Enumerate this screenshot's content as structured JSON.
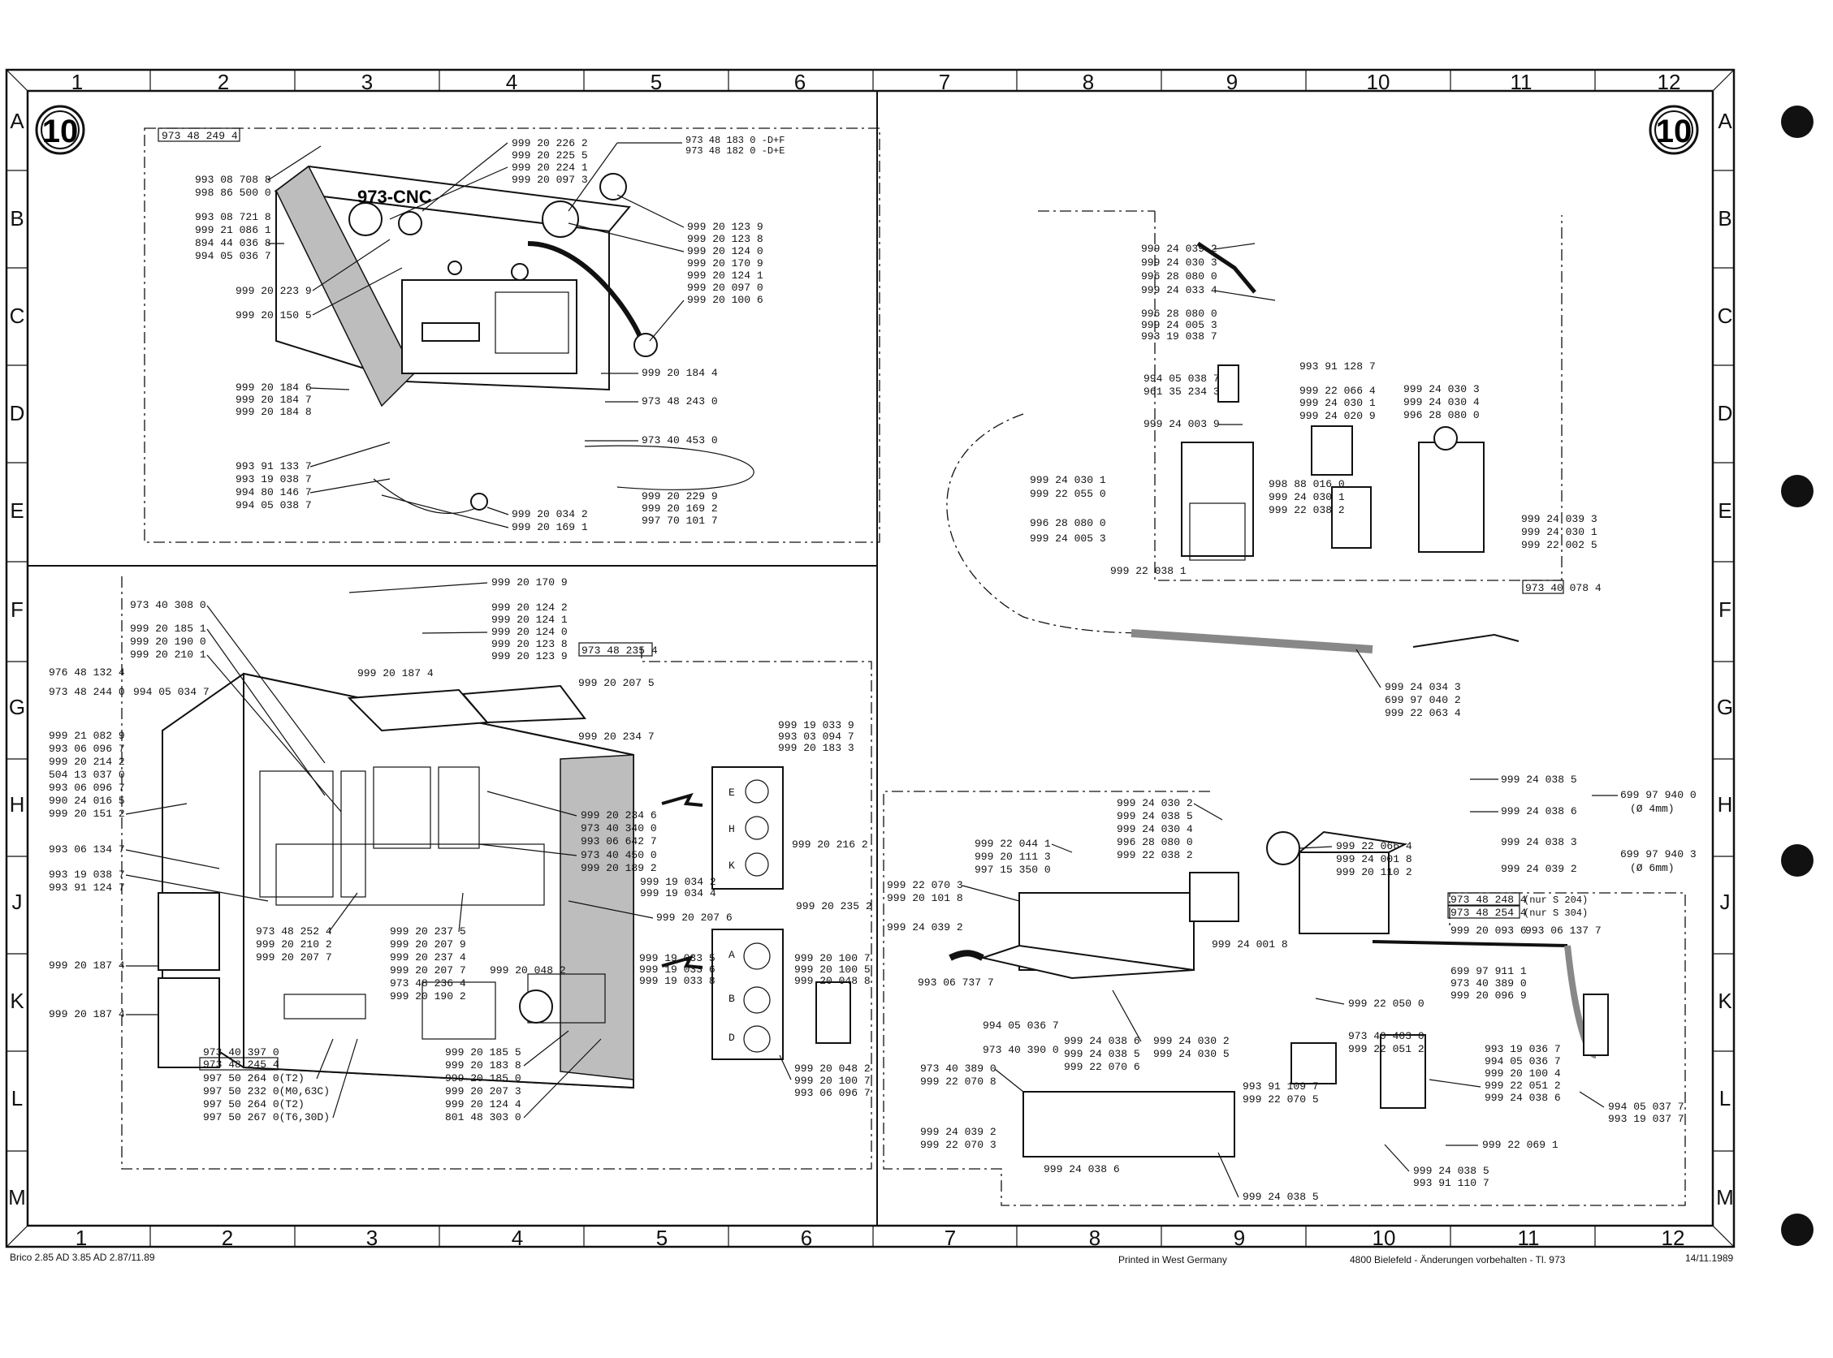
{
  "sheet": {
    "page_number": "10",
    "columns": [
      "1",
      "2",
      "3",
      "4",
      "5",
      "6",
      "7",
      "8",
      "9",
      "10",
      "11",
      "12"
    ],
    "rows": [
      "A",
      "B",
      "C",
      "D",
      "E",
      "F",
      "G",
      "H",
      "J",
      "K",
      "L",
      "M"
    ]
  },
  "panel_a": {
    "label_box": "973 48 249 4",
    "model_label": "973-CNC",
    "labels": {
      "a01": "993 08 708 8",
      "a02": "998 86 500 0",
      "a03": "993 08 721 8",
      "a04": "999 21 086 1",
      "a05": "894 44 036 8",
      "a06": "994 05 036 7",
      "a07": "999 20 223 9",
      "a08": "999 20 150 5",
      "a09": "999 20 226 2",
      "a10": "999 20 225 5",
      "a11": "999 20 224 1",
      "a12": "999 20 097 3",
      "a13": "973 48 183 0 -D+F",
      "a14": "973 48 182 0 -D+E",
      "a15": "999 20 123 9",
      "a16": "999 20 123 8",
      "a17": "999 20 124 0",
      "a18": "999 20 170 9",
      "a19": "999 20 124 1",
      "a20": "999 20 097 0",
      "a21": "999 20 100 6",
      "a22": "999 20 184 4",
      "a23": "999 20 184 6",
      "a24": "999 20 184 7",
      "a25": "999 20 184 8",
      "a26": "973 48 243 0",
      "a27": "973 40 453 0",
      "a28": "993 91 133 7",
      "a29": "993 19 038 7",
      "a30": "994 80 146 7",
      "a31": "994 05 038 7",
      "a32": "999 20 229 9",
      "a33": "999 20 169 2",
      "a34": "997 70 101 7",
      "a35": "999 20 034 2",
      "a36": "999 20 169 1"
    }
  },
  "panel_b": {
    "labels": {
      "b01": "999 24 039 2",
      "b02": "999 24 030 3",
      "b03": "996 28 080 0",
      "b04": "999 24 033 4",
      "b05": "996 28 080 0",
      "b06": "999 24 005 3",
      "b07": "993 19 038 7",
      "b08": "993 91 128 7",
      "b09": "994 05 038 7",
      "b10": "961 35 234 3",
      "b11": "999 22 066 4",
      "b12": "999 24 030 1",
      "b13": "999 24 020 9",
      "b14": "999 24 030 3",
      "b15": "999 24 030 4",
      "b16": "996 28 080 0",
      "b17": "999 24 003 9",
      "b18": "999 24 030 1",
      "b19": "999 22 055 0",
      "b20": "996 28 080 0",
      "b21": "999 24 005 3",
      "b22": "998 88 016 0",
      "b23": "999 24 030 1",
      "b24": "999 22 038 2",
      "b25": "999 24 039 3",
      "b26": "999 24 030 1",
      "b27": "999 22 002 5",
      "b28": "999 22 038 1",
      "b29": "973 40 078 4",
      "b30": "999 24 034 3",
      "b31": "699 97 040 2",
      "b32": "999 22 063 4"
    }
  },
  "panel_c": {
    "label_box": "973 48 235 4",
    "labels": {
      "c01": "999 20 170 9",
      "c02": "999 20 124 2",
      "c03": "999 20 124 1",
      "c04": "999 20 124 0",
      "c05": "999 20 123 8",
      "c06": "999 20 123 9",
      "c07": "973 40 308 0",
      "c08": "999 20 185 1",
      "c09": "999 20 190 0",
      "c10": "999 20 210 1",
      "c11": "976 48 132 4",
      "c12": "973 48 244 0",
      "c13": "994 05 034 7",
      "c14": "999 20 187 4",
      "c15": "999 20 207 5",
      "c16": "999 21 082 9",
      "c17": "993 06 096 7",
      "c18": "999 20 214 2",
      "c19": "504 13 037 0",
      "c20": "993 06 096 7",
      "c21": "990 24 016 5",
      "c22": "999 20 151 2",
      "c23": "999 20 234 7",
      "c24": "993 06 134 7",
      "c25": "993 19 038 7",
      "c26": "993 91 124 7",
      "c27": "999 20 187 4",
      "c28": "999 20 234 6",
      "c29": "973 40 340 0",
      "c30": "993 06 642 7",
      "c31": "973 40 450 0",
      "c32": "999 20 189 2",
      "c33": "999 19 033 9",
      "c34": "993 03 094 7",
      "c35": "999 20 183 3",
      "c36": "999 20 216 2",
      "c37": "999 19 034 2",
      "c38": "999 19 034 4",
      "c39": "999 20 207 6",
      "c40": "999 20 235 2",
      "c41": "973 48 252 4",
      "c42": "999 20 210 2",
      "c43": "999 20 207 7",
      "c44": "999 20 237 5",
      "c45": "999 20 207 9",
      "c46": "999 20 237 4",
      "c47": "999 20 207 7",
      "c48": "973 48 236 4",
      "c49": "999 20 190 2",
      "c50": "999 20 048 2",
      "c51": "999 19 033 5",
      "c52": "999 19 033 6",
      "c53": "999 19 033 8",
      "c54": "999 20 100 7",
      "c55": "999 20 100 5",
      "c56": "999 20 048 8",
      "c57": "999 20 187 4",
      "c58": "973 40 397 0",
      "c59": "973 48 245 4",
      "c60": "997 50 264 0(T2)",
      "c61": "997 50 232 0(M0,63C)",
      "c62": "997 50 264 0(T2)",
      "c63": "997 50 267 0(T6,30D)",
      "c64": "999 20 185 5",
      "c65": "999 20 183 8",
      "c66": "999 20 185 0",
      "c67": "999 20 207 3",
      "c68": "999 20 124 4",
      "c69": "801 48 303 0",
      "c70": "999 20 048 2",
      "c71": "999 20 100 7",
      "c72": "993 06 096 7"
    },
    "connector_letters": [
      "E",
      "H",
      "K",
      "A",
      "B",
      "D"
    ]
  },
  "panel_d": {
    "labels": {
      "d01": "999 24 038 5",
      "d02": "999 24 038 6",
      "d03": "699 97 940 0",
      "d04": "(Ø 4mm)",
      "d05": "999 24 038 3",
      "d06": "999 24 039 2",
      "d07": "699 97 940 3",
      "d08": "(Ø 6mm)",
      "d09": "973 48 248 4",
      "d10": "(nur S 204)",
      "d11": "973 48 254 4",
      "d12": "(nur S 304)",
      "d13": "999 24 030 2",
      "d14": "999 24 038 5",
      "d15": "999 24 030 4",
      "d16": "996 28 080 0",
      "d17": "999 22 038 2",
      "d18": "999 22 044 1",
      "d19": "999 20 111 3",
      "d20": "997 15 350 0",
      "d21": "999 22 066 4",
      "d22": "999 24 001 8",
      "d23": "999 20 110 2",
      "d24": "999 22 070 3",
      "d25": "999 20 101 8",
      "d26": "999 24 039 2",
      "d27": "993 06 737 7",
      "d28": "994 05 036 7",
      "d29": "999 24 001 8",
      "d30": "999 20 093 6",
      "d31": "993 06 137 7",
      "d32": "699 97 911 1",
      "d33": "973 40 389 0",
      "d34": "999 20 096 9",
      "d35": "999 22 050 0",
      "d36": "999 24 038 6",
      "d37": "999 24 030 2",
      "d38": "999 24 038 5",
      "d39": "999 24 030 5",
      "d40": "999 22 070 6",
      "d41": "973 40 390 0",
      "d42": "973 40 403 0",
      "d43": "999 22 051 2",
      "d44": "993 19 036 7",
      "d45": "994 05 036 7",
      "d46": "999 20 100 4",
      "d47": "999 22 051 2",
      "d48": "999 24 038 6",
      "d49": "973 40 389 0",
      "d50": "999 22 070 8",
      "d51": "993 91 109 7",
      "d52": "999 22 070 5",
      "d53": "994 05 037 7",
      "d54": "993 19 037 7",
      "d55": "999 24 039 2",
      "d56": "999 22 070 3",
      "d57": "999 22 069 1",
      "d58": "999 24 038 6",
      "d59": "999 24 038 5",
      "d60": "993 91 110 7",
      "d61": "999 24 038 5"
    }
  },
  "footer": {
    "left": "Brico 2.85 AD 3.85 AD 2.87/11.89",
    "center": "Printed in West Germany",
    "right": "4800 Bielefeld - Änderungen vorbehalten - Tl. 973",
    "date": "14/11.1989"
  }
}
